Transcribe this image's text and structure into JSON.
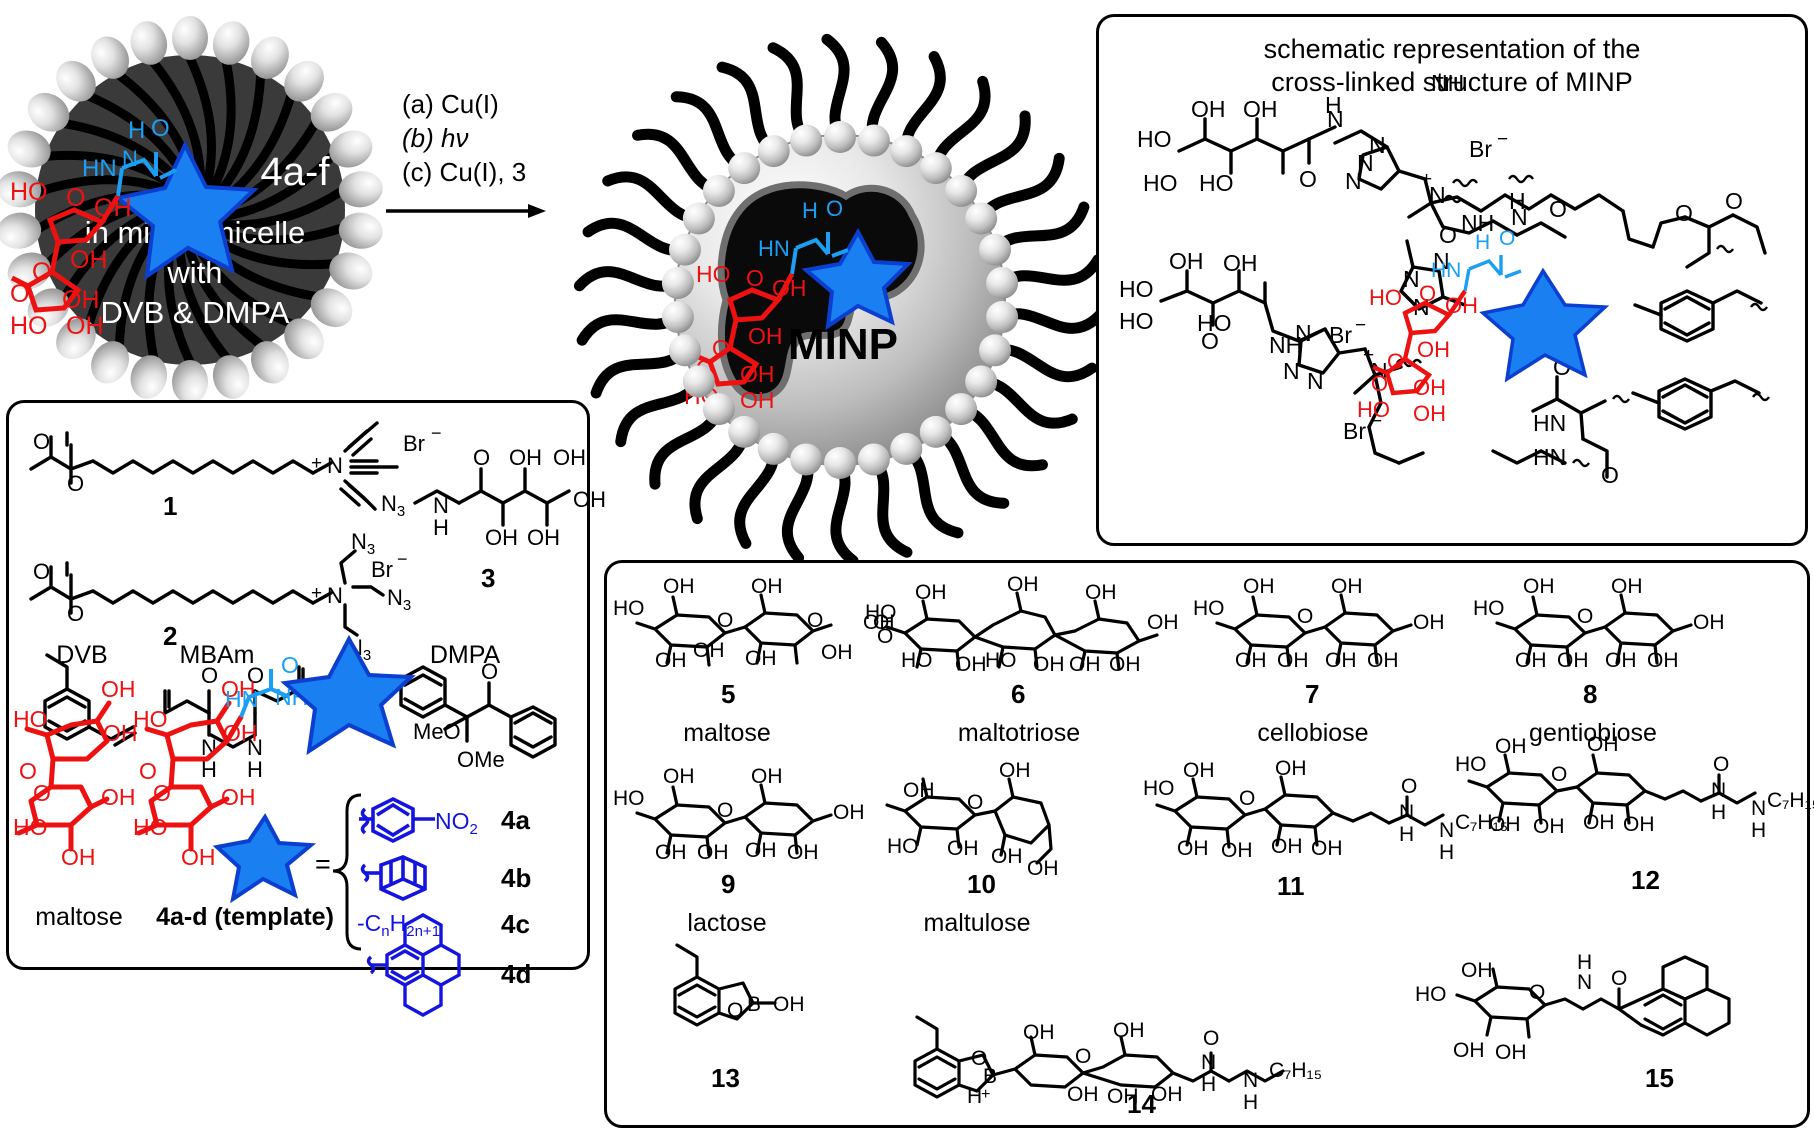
{
  "figure": {
    "type": "scheme",
    "subject": "Molecularly imprinted nanoparticle (MINP) preparation scheme"
  },
  "micelle": {
    "template_label": "4a-f",
    "line1": "in mixed micelle",
    "line2": "with",
    "line3": "DVB & DMPA",
    "sugar_atoms": [
      "HO",
      "O",
      "OH",
      "OH",
      "O",
      "OH",
      "O",
      "OH",
      "HO",
      "OH",
      "OH"
    ],
    "linker_atoms": [
      "H",
      "O",
      "HN",
      "N"
    ]
  },
  "arrow": {
    "conditions": [
      "(a) Cu(I)",
      "(b) hν",
      "(c) Cu(I), 3"
    ]
  },
  "nanoparticle": {
    "label": "MINP",
    "cavity_atoms": [
      "HO",
      "O",
      "OH",
      "OH",
      "O",
      "OH",
      "OH",
      "HO",
      "OH"
    ],
    "linker_atoms": [
      "H",
      "O",
      "HN",
      "N"
    ]
  },
  "schematic_panel": {
    "title_line1": "schematic representation of the",
    "title_line2": "cross-linked structure of MINP",
    "counterions": [
      "Br",
      "Br",
      "Br"
    ],
    "counterion_charge": "−",
    "atoms": [
      "HO",
      "OH",
      "OH",
      "HO",
      "HO",
      "O",
      "N",
      "H",
      "NH",
      "N",
      "N",
      "N",
      "N",
      "N",
      "N",
      "O",
      "O",
      "HN",
      "HN"
    ],
    "template_atoms": [
      "H",
      "O",
      "HN",
      "N",
      "HO",
      "O",
      "OH",
      "OH",
      "O",
      "OH",
      "OH",
      "HO"
    ]
  },
  "monomer_panel": {
    "compounds": [
      {
        "id": "1",
        "label": "1",
        "name": "",
        "anion": "Br",
        "charge": "+"
      },
      {
        "id": "2",
        "label": "2",
        "name": "",
        "anion": "Br",
        "charge": "+",
        "azides": [
          "N3",
          "N3",
          "N3"
        ]
      },
      {
        "id": "3",
        "label": "3",
        "name": "",
        "azide": "N3"
      },
      {
        "id": "dvb",
        "label": "",
        "name": "DVB"
      },
      {
        "id": "mbam",
        "label": "",
        "name": "MBAm"
      },
      {
        "id": "dmpa",
        "label": "",
        "name": "DMPA",
        "groups": [
          "MeO",
          "OMe"
        ]
      }
    ],
    "maltose_label": "maltose",
    "template_label": "4a-d (template)",
    "equals": "=",
    "substituents": [
      {
        "id": "4a",
        "label": "4a",
        "group": "NO2"
      },
      {
        "id": "4b",
        "label": "4b",
        "group": "adamantyl"
      },
      {
        "id": "4c",
        "label": "4c",
        "group": "-CₙH₂ₙ₊₁"
      },
      {
        "id": "4d",
        "label": "4d",
        "group": "pyrenyl"
      }
    ],
    "atoms": [
      "O",
      "O",
      "OH",
      "OH",
      "HO",
      "OH",
      "O",
      "OH",
      "HO",
      "OH",
      "OH",
      "HN",
      "NH",
      "O"
    ]
  },
  "sugar_panel": {
    "compounds": [
      {
        "num": "5",
        "name": "maltose"
      },
      {
        "num": "6",
        "name": "maltotriose"
      },
      {
        "num": "7",
        "name": "cellobiose"
      },
      {
        "num": "8",
        "name": "gentiobiose"
      },
      {
        "num": "9",
        "name": "lactose"
      },
      {
        "num": "10",
        "name": "maltulose"
      },
      {
        "num": "11",
        "name": ""
      },
      {
        "num": "12",
        "name": ""
      },
      {
        "num": "13",
        "name": ""
      },
      {
        "num": "14",
        "name": ""
      },
      {
        "num": "15",
        "name": ""
      }
    ],
    "acyl_chain": "C₇H₁₅",
    "atoms": [
      "HO",
      "OH",
      "OH",
      "O",
      "HO",
      "OH",
      "OH",
      "N",
      "H",
      "O",
      "B",
      "OH"
    ]
  },
  "colors": {
    "template_star": "#1a7ff0",
    "star_outline": "#0b3fd0",
    "sugar_red": "#ee1111",
    "linker_blue": "#1a9ff5",
    "substituent_blue": "#1414e0",
    "micelle_core": "#3a3a3a",
    "headgroup": "#d8d8d8",
    "panel_border": "#000000"
  }
}
